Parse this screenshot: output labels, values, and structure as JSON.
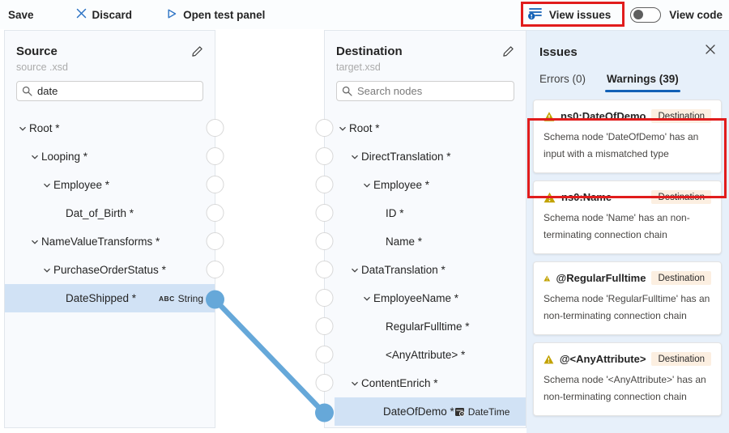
{
  "toolbar": {
    "save": "Save",
    "discard": "Discard",
    "open_test_panel": "Open test panel",
    "view_issues": "View issues",
    "view_code": "View code",
    "view_code_toggle": "off"
  },
  "source_panel": {
    "title": "Source",
    "subtitle": "source .xsd",
    "search_value": "date",
    "tree": [
      {
        "label": "Root *"
      },
      {
        "label": "Looping *"
      },
      {
        "label": "Employee *"
      },
      {
        "label": "Dat_of_Birth *"
      },
      {
        "label": "NameValueTransforms *"
      },
      {
        "label": "PurchaseOrderStatus *"
      },
      {
        "label": "DateShipped *",
        "badge_prefix": "ABC",
        "badge": "String",
        "selected": true
      }
    ]
  },
  "destination_panel": {
    "title": "Destination",
    "subtitle": "target.xsd",
    "search_placeholder": "Search nodes",
    "tree": [
      {
        "label": "Root *"
      },
      {
        "label": "DirectTranslation *"
      },
      {
        "label": "Employee *"
      },
      {
        "label": "ID *"
      },
      {
        "label": "Name *"
      },
      {
        "label": "DataTranslation *"
      },
      {
        "label": "EmployeeName *"
      },
      {
        "label": "RegularFulltime *"
      },
      {
        "label": "<AnyAttribute> *"
      },
      {
        "label": "ContentEnrich *"
      },
      {
        "label": "DateOfDemo *",
        "badge": "DateTime",
        "selected": true
      }
    ]
  },
  "connection": {
    "from": "DateShipped *",
    "to": "DateOfDemo *"
  },
  "issues_panel": {
    "title": "Issues",
    "tabs": [
      {
        "label": "Errors (0)"
      },
      {
        "label": "Warnings (39)"
      }
    ],
    "active_tab": "Warnings (39)",
    "warnings": [
      {
        "title": "ns0:DateOfDemo",
        "location": "Destination",
        "message": "Schema node 'DateOfDemo' has an input with a mismatched type",
        "highlighted": true
      },
      {
        "title": "ns0:Name",
        "location": "Destination",
        "message": "Schema node 'Name' has an non-terminating connection chain"
      },
      {
        "title": "@RegularFulltime",
        "location": "Destination",
        "message": "Schema node 'RegularFulltime' has an non-terminating connection chain"
      },
      {
        "title": "@<AnyAttribute>",
        "location": "Destination",
        "message": "Schema node '<AnyAttribute>' has an non-terminating connection chain"
      }
    ]
  },
  "colors": {
    "accent_blue": "#1160b6",
    "connection_blue": "#66a8d9",
    "selection_blue": "#d1e2f5",
    "warning_yellow": "#c2a200",
    "badge_peach": "#fcefe1",
    "annotation_red": "#e11c1c",
    "issues_bg": "#e7f0fa",
    "panel_bg": "#f8fafd"
  }
}
